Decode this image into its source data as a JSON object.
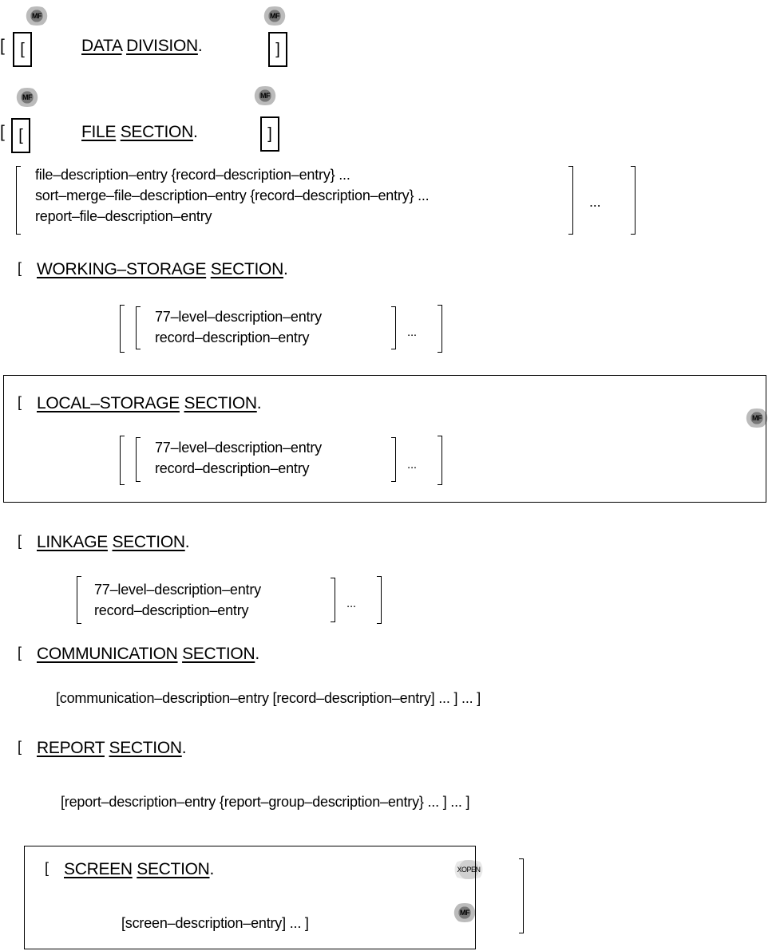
{
  "badges": {
    "mf": "MF",
    "xopen": "XOPEN"
  },
  "data_division": {
    "open": "[",
    "kw1": "DATA",
    "kw2": "DIVISION",
    "dot": ".",
    "close": "]"
  },
  "file_section": {
    "open": "[",
    "kw1": "FILE",
    "kw2": "SECTION",
    "dot": ".",
    "close": "]",
    "entries": [
      "file–description–entry {record–description–entry} ...",
      "sort–merge–file–description–entry {record–description–entry} ...",
      "report–file–description–entry"
    ],
    "repeat": "..."
  },
  "working_storage": {
    "open": "[",
    "kw1": "WORKING–STORAGE",
    "kw2": "SECTION",
    "dot": ".",
    "entries": [
      "77–level–description–entry",
      "record–description–entry"
    ],
    "repeat": "..."
  },
  "local_storage": {
    "open": "[",
    "kw1": "LOCAL–STORAGE",
    "kw2": "SECTION",
    "dot": ".",
    "entries": [
      "77–level–description–entry",
      "record–description–entry"
    ],
    "repeat": "..."
  },
  "linkage": {
    "open": "[",
    "kw1": "LINKAGE",
    "kw2": "SECTION",
    "dot": ".",
    "entries": [
      "77–level–description–entry",
      "record–description–entry"
    ],
    "repeat": "..."
  },
  "communication": {
    "open": "[",
    "kw1": "COMMUNICATION",
    "kw2": "SECTION",
    "dot": ".",
    "body": "[communication–description–entry [record–description–entry] ... ] ... ]"
  },
  "report": {
    "open": "[",
    "kw1": "REPORT",
    "kw2": "SECTION",
    "dot": ".",
    "body": "[report–description–entry {report–group–description–entry} ... ] ... ]"
  },
  "screen": {
    "open": "[",
    "kw1": "SCREEN",
    "kw2": "SECTION",
    "dot": ".",
    "body": "[screen–description–entry] ... ]"
  }
}
